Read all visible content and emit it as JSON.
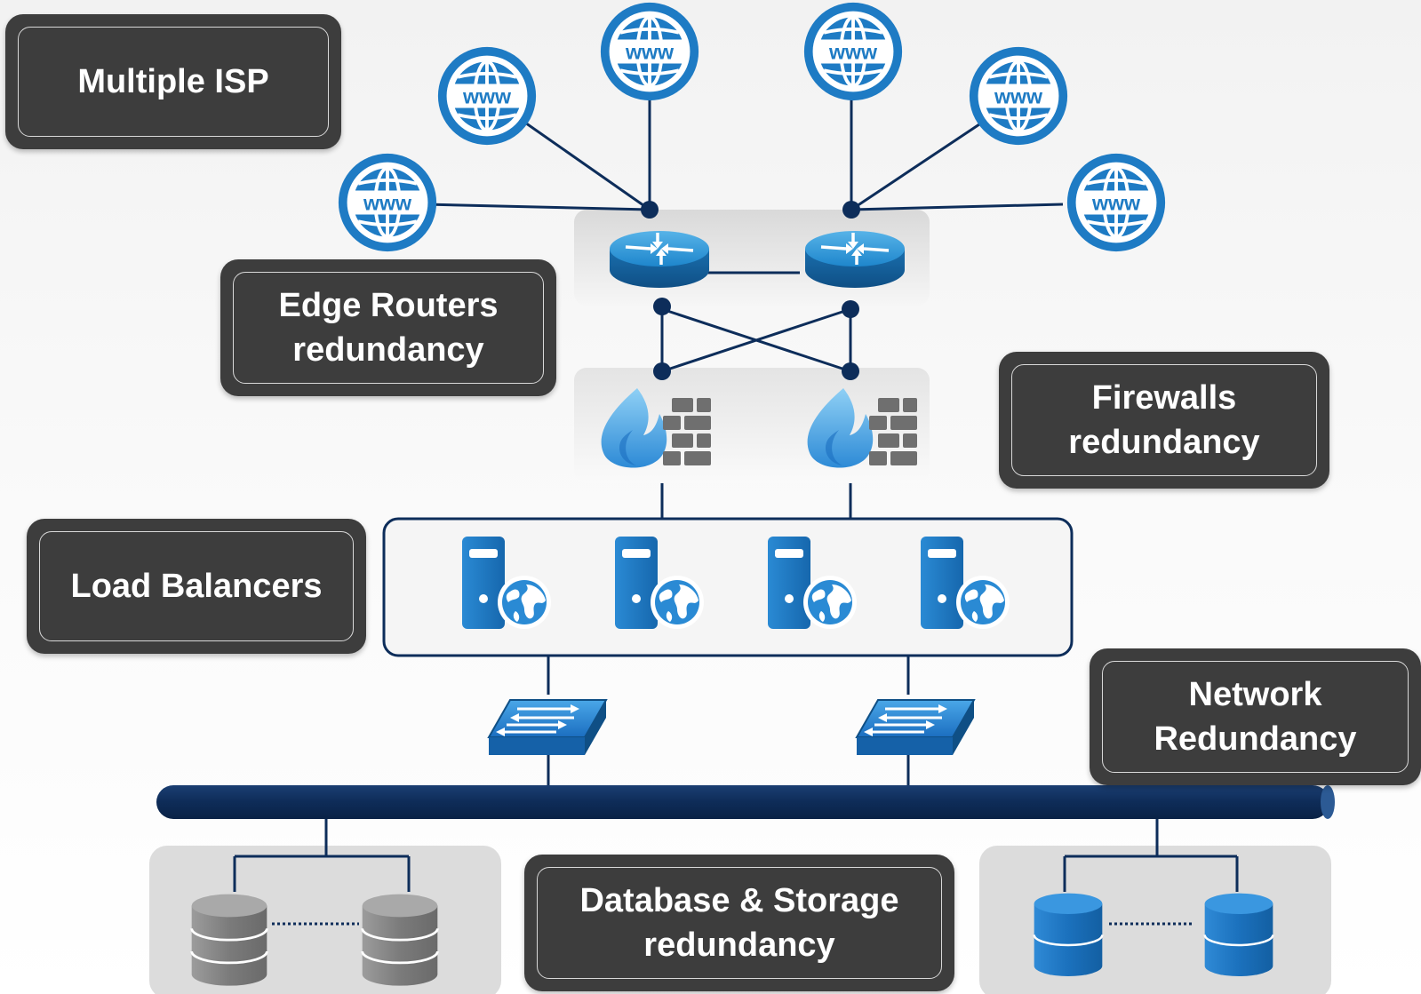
{
  "labels": {
    "multiple_isp": "Multiple ISP",
    "edge_routers_line1": "Edge Routers",
    "edge_routers_line2": "redundancy",
    "firewalls_line1": "Firewalls",
    "firewalls_line2": "redundancy",
    "load_balancers": "Load Balancers",
    "network_line1": "Network",
    "network_line2": "Redundancy",
    "database_line1": "Database & Storage",
    "database_line2": "redundancy"
  },
  "globe_text": "www",
  "icons": [
    "www-globe-icon",
    "router-icon",
    "firewall-icon",
    "web-server-icon",
    "switch-icon",
    "database-icon"
  ],
  "colors": {
    "globe_blue": "#1e7bc4",
    "link_navy": "#0d2d5a",
    "label_bg": "#3d3d3d",
    "db_gray": "#8a8a8a",
    "db_blue": "#1f78c8"
  }
}
